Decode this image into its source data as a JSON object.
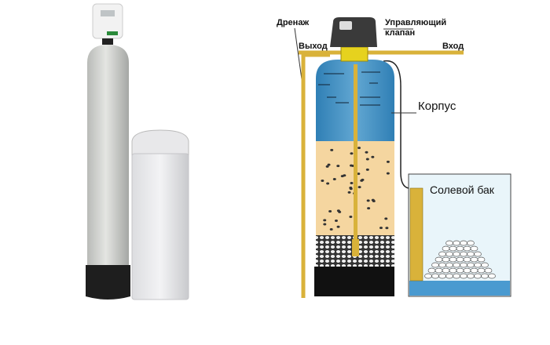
{
  "labels": {
    "drain": "Дренаж",
    "control_valve_line1": "Управляющий",
    "control_valve_line2": "клапан",
    "outlet": "Выход",
    "inlet": "Вход",
    "body": "Корпус",
    "brine_tank": "Солевой бак"
  },
  "colors": {
    "water": "#3d8bbf",
    "resin": "#f5d6a0",
    "pipe": "#d9b23a",
    "valve": "#3a3a3a"
  }
}
